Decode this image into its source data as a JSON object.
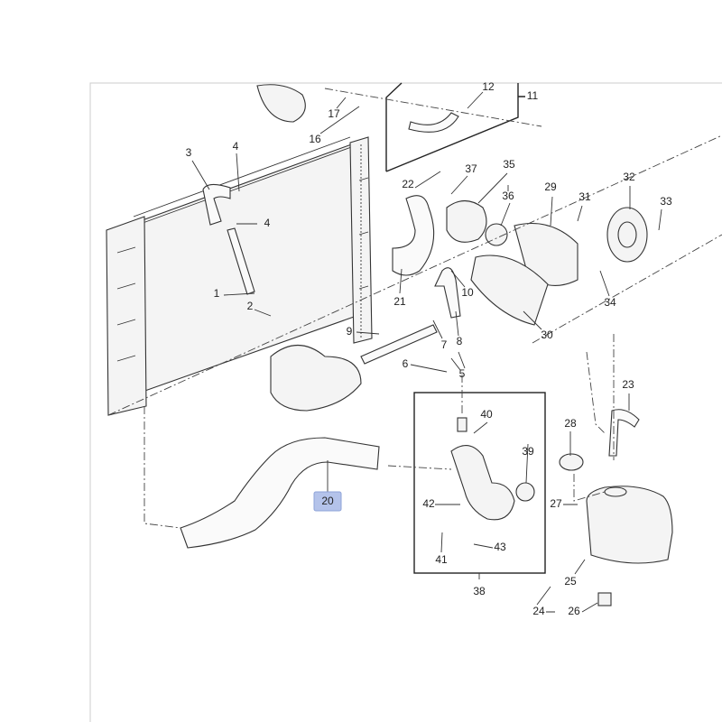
{
  "diagram": {
    "highlighted_callout": "20",
    "highlight_color": "#b4c3ea",
    "callouts": [
      "17",
      "16",
      "12",
      "11",
      "3",
      "4",
      "4",
      "22",
      "37",
      "35",
      "36",
      "29",
      "31",
      "32",
      "33",
      "1",
      "2",
      "21",
      "10",
      "34",
      "9",
      "7",
      "8",
      "30",
      "6",
      "5",
      "23",
      "40",
      "28",
      "39",
      "20",
      "42",
      "27",
      "41",
      "43",
      "25",
      "38",
      "24",
      "26"
    ]
  }
}
